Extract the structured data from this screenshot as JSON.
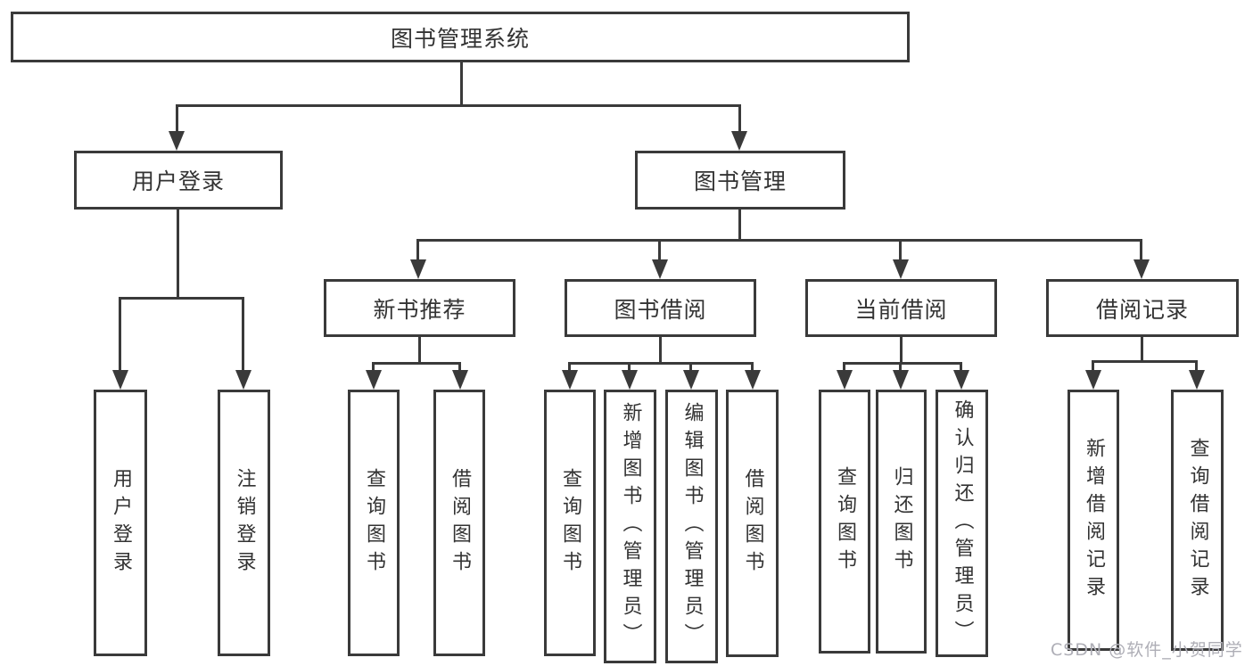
{
  "colors": {
    "line": "#3a3a3a",
    "text": "#333333",
    "background": "#ffffff",
    "watermark_text": "#aeaeb6"
  },
  "watermark": "CSDN @软件_小贺同学",
  "tree": {
    "label": "图书管理系统",
    "children": [
      {
        "label": "用户登录",
        "children": [
          {
            "label": "用户登录"
          },
          {
            "label": "注销登录"
          }
        ]
      },
      {
        "label": "图书管理",
        "children": [
          {
            "label": "新书推荐",
            "children": [
              {
                "label": "查询图书"
              },
              {
                "label": "借阅图书"
              }
            ]
          },
          {
            "label": "图书借阅",
            "children": [
              {
                "label": "查询图书"
              },
              {
                "label": "新增图书（管理员）"
              },
              {
                "label": "编辑图书（管理员）"
              },
              {
                "label": "借阅图书"
              }
            ]
          },
          {
            "label": "当前借阅",
            "children": [
              {
                "label": "查询图书"
              },
              {
                "label": "归还图书"
              },
              {
                "label": "确认归还（管理员）"
              }
            ]
          },
          {
            "label": "借阅记录",
            "children": [
              {
                "label": "新增借阅记录"
              },
              {
                "label": "查询借阅记录"
              }
            ]
          }
        ]
      }
    ]
  }
}
